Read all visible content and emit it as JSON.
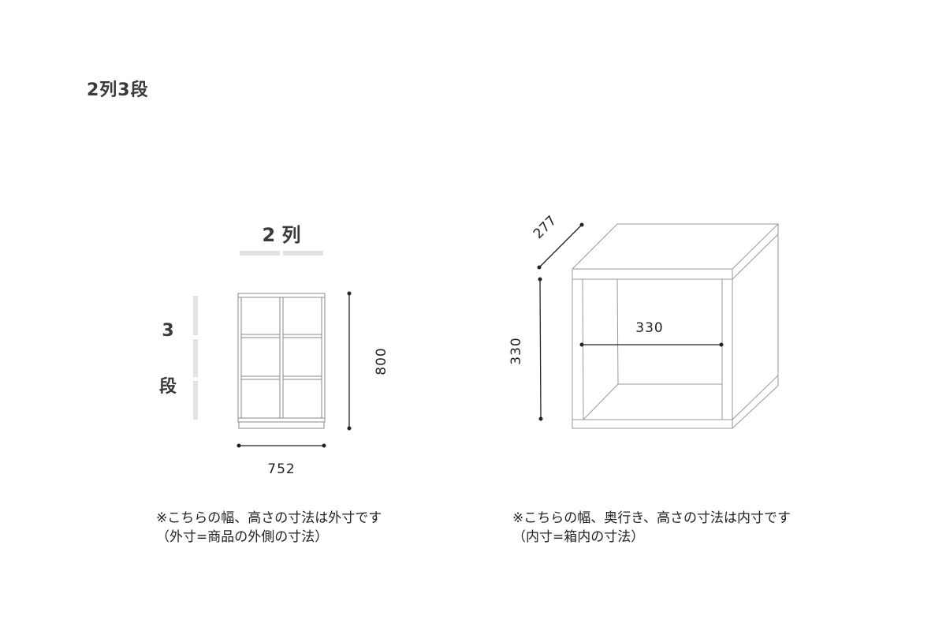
{
  "title": "2列3段",
  "left_diagram": {
    "columns_label": "2 列",
    "rows_number": "3",
    "rows_unit": "段",
    "height_dim": "800",
    "width_dim": "752"
  },
  "right_diagram": {
    "depth_dim": "277",
    "height_dim": "330",
    "width_dim": "330"
  },
  "notes": {
    "left_line1": "※こちらの幅、高さの寸法は外寸です",
    "left_line2": "（外寸=商品の外側の寸法）",
    "right_line1": "※こちらの幅、奥行き、高さの寸法は内寸です",
    "right_line2": "（内寸=箱内の寸法）"
  },
  "colors": {
    "line": "#9a9a9a",
    "dim": "#222222",
    "bar": "#e2e2e2"
  }
}
